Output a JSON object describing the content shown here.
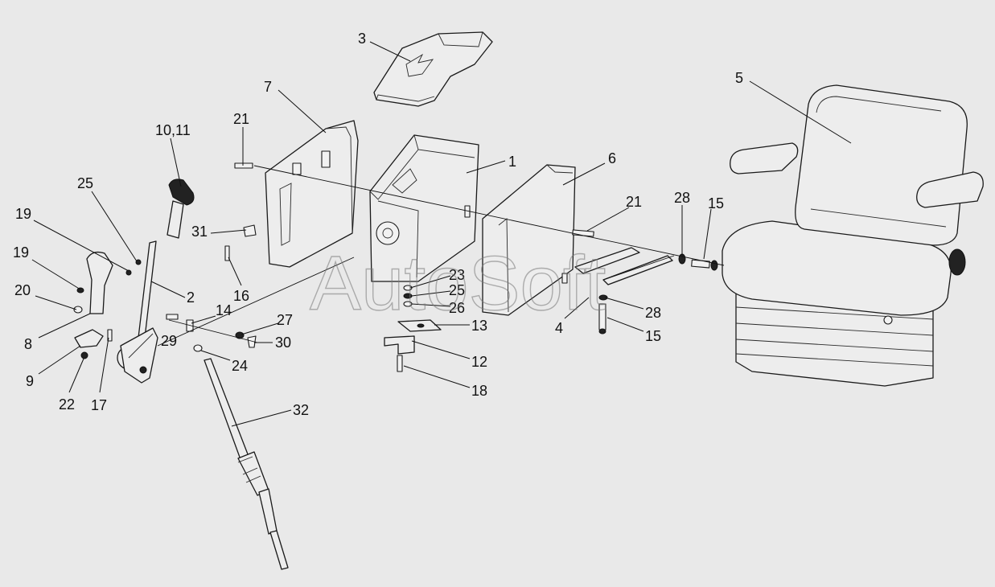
{
  "watermark": "AutoSoft",
  "callouts": [
    {
      "id": "c-3",
      "text": "3"
    },
    {
      "id": "c-5",
      "text": "5"
    },
    {
      "id": "c-7",
      "text": "7"
    },
    {
      "id": "c-10-11",
      "text": "10,11"
    },
    {
      "id": "c-21a",
      "text": "21"
    },
    {
      "id": "c-1",
      "text": "1"
    },
    {
      "id": "c-6",
      "text": "6"
    },
    {
      "id": "c-21b",
      "text": "21"
    },
    {
      "id": "c-28a",
      "text": "28"
    },
    {
      "id": "c-15a",
      "text": "15"
    },
    {
      "id": "c-25a",
      "text": "25"
    },
    {
      "id": "c-19a",
      "text": "19"
    },
    {
      "id": "c-19b",
      "text": "19"
    },
    {
      "id": "c-31",
      "text": "31"
    },
    {
      "id": "c-16",
      "text": "16"
    },
    {
      "id": "c-20",
      "text": "20"
    },
    {
      "id": "c-2",
      "text": "2"
    },
    {
      "id": "c-8",
      "text": "8"
    },
    {
      "id": "c-14",
      "text": "14"
    },
    {
      "id": "c-27",
      "text": "27"
    },
    {
      "id": "c-29",
      "text": "29"
    },
    {
      "id": "c-30",
      "text": "30"
    },
    {
      "id": "c-23",
      "text": "23"
    },
    {
      "id": "c-25b",
      "text": "25"
    },
    {
      "id": "c-26",
      "text": "26"
    },
    {
      "id": "c-13",
      "text": "13"
    },
    {
      "id": "c-4",
      "text": "4"
    },
    {
      "id": "c-28b",
      "text": "28"
    },
    {
      "id": "c-15b",
      "text": "15"
    },
    {
      "id": "c-9",
      "text": "9"
    },
    {
      "id": "c-24",
      "text": "24"
    },
    {
      "id": "c-12",
      "text": "12"
    },
    {
      "id": "c-22",
      "text": "22"
    },
    {
      "id": "c-17",
      "text": "17"
    },
    {
      "id": "c-18",
      "text": "18"
    },
    {
      "id": "c-32",
      "text": "32"
    }
  ]
}
